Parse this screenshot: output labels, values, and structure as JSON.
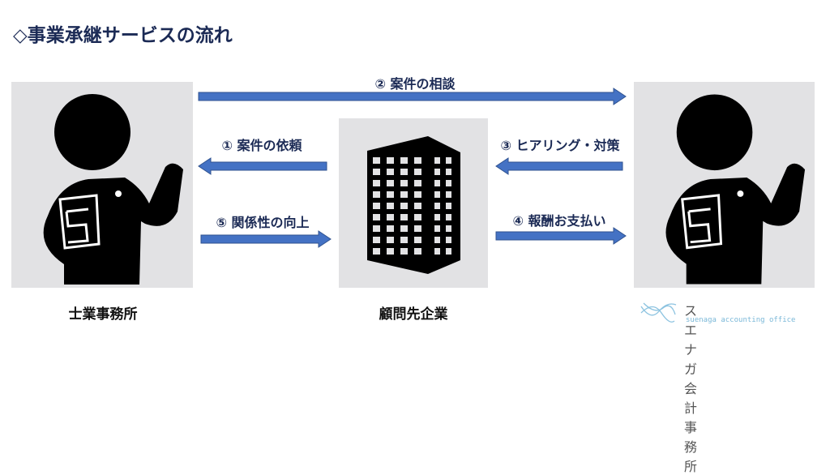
{
  "title": "◇事業承継サービスの流れ",
  "steps": [
    {
      "label": "② 案件の相談",
      "direction": "right"
    },
    {
      "label": "① 案件の依頼",
      "direction": "left"
    },
    {
      "label": "⑤ 関係性の向上",
      "direction": "right"
    },
    {
      "label": "③ ヒアリング・対策",
      "direction": "left"
    },
    {
      "label": "④ 報酬お支払い",
      "direction": "right"
    }
  ],
  "actors": {
    "left": "士業事務所",
    "center": "顧問先企業",
    "right": "スエナガ会計事務所"
  },
  "logo": {
    "name": "スエナガ会計事務所",
    "subtitle": "suenaga accounting office"
  },
  "colors": {
    "arrow": "#4472c4",
    "title": "#1b2a55"
  }
}
